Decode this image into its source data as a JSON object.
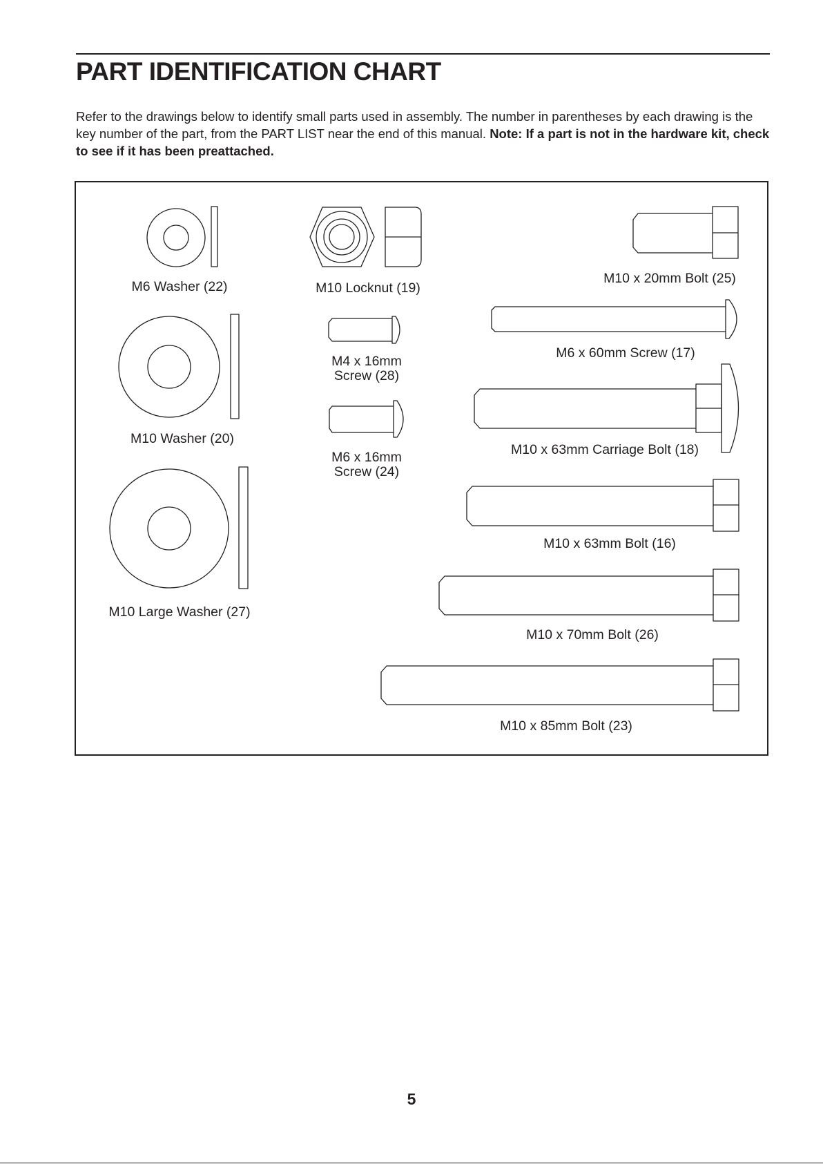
{
  "document": {
    "title": "PART IDENTIFICATION CHART",
    "intro_text": "Refer to the drawings below to identify small parts used in assembly. The number in parentheses by each drawing is the key number of the part, from the PART LIST near the end of this manual. ",
    "intro_note": "Note: If a part is not in the hardware kit, check to see if it has been preattached.",
    "page_number": "5"
  },
  "parts": {
    "m6_washer": "M6 Washer (22)",
    "m10_washer": "M10 Washer (20)",
    "m10_large_washer": "M10 Large Washer (27)",
    "m10_locknut": "M10 Locknut (19)",
    "m4_screw_line1": "M4 x 16mm",
    "m4_screw_line2": "Screw (28)",
    "m6_screw_line1": "M6 x 16mm",
    "m6_screw_line2": "Screw (24)",
    "m10_20_bolt": "M10 x 20mm Bolt (25)",
    "m6_60_screw": "M6 x 60mm Screw (17)",
    "m10_63_carriage_bolt": "M10 x 63mm Carriage Bolt (18)",
    "m10_63_bolt": "M10 x 63mm Bolt (16)",
    "m10_70_bolt": "M10 x 70mm Bolt (26)",
    "m10_85_bolt": "M10 x 85mm Bolt (23)"
  }
}
